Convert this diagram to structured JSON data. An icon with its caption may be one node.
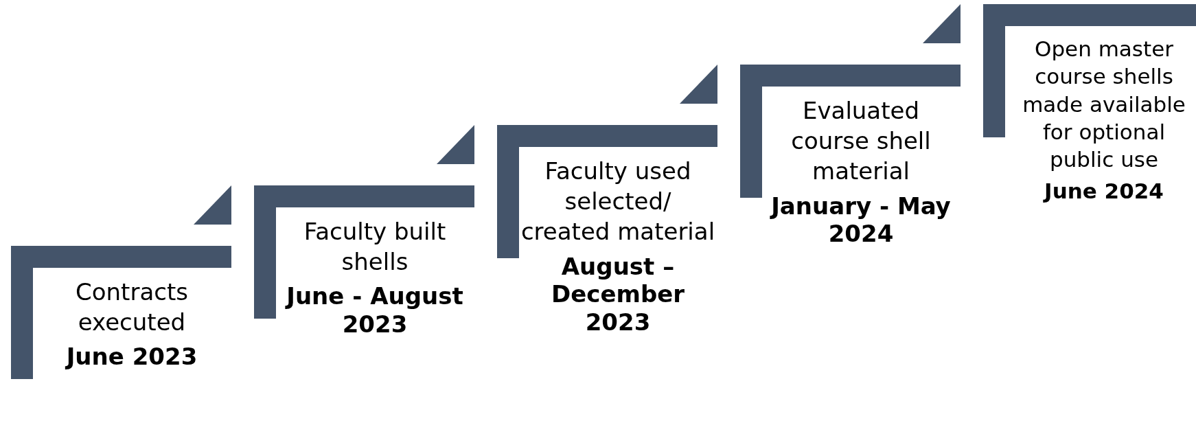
{
  "diagram": {
    "nodes": [
      {
        "text": [
          "Contracts executed",
          "June 2023"
        ]
      },
      {
        "text": [
          "Faculty built shells",
          "June - August 2023"
        ]
      },
      {
        "text": [
          "Faculty used selected/ created material",
          "August – December 2023"
        ]
      },
      {
        "text": [
          "Evaluated course shell material",
          "January - May 2024"
        ]
      },
      {
        "text": [
          "Open master course shells made available for optional public use",
          "June 2024"
        ]
      }
    ]
  }
}
